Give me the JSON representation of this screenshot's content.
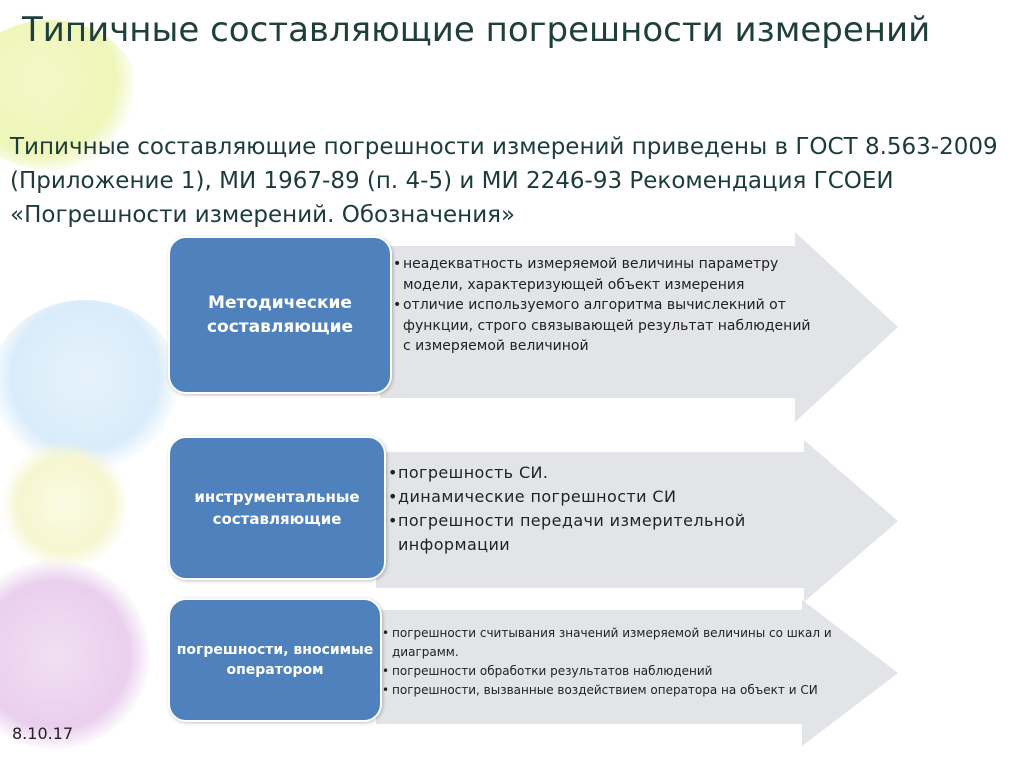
{
  "title": "Типичные составляющие погрешности измерений",
  "intro": "Типичные составляющие погрешности измерений приведены в ГОСТ 8.563-2009 (Приложение 1),  МИ 1967-89 (п. 4-5) и МИ 2246-93 Рекомендация ГСОЕИ «Погрешности измерений. Обозначения»",
  "blocks": [
    {
      "label": "Методические составляющие",
      "items": [
        "неадекватность измеряемой величины параметру модели, характеризующей объект измерения",
        "отличие используемого алгоритма вычислекний от функции, строго связывающей результат наблюдений с измеряемой величиной"
      ]
    },
    {
      "label": "инструментальные составляющие",
      "items": [
        "погрешность СИ.",
        "динамические погрешности СИ",
        "погрешности передачи измерительной информации"
      ]
    },
    {
      "label": "погрешности, вносимые оператором",
      "items": [
        "погрешности считывания значений измеряемой величины со шкал и диаграмм.",
        "погрешности обработки результатов наблюдений",
        "погрешности, вызванные воздействием оператора на объект и СИ"
      ]
    }
  ],
  "footer_date": "8.10.17",
  "colors": {
    "bubble": "#4f82bd",
    "arrow": "#e2e4e8",
    "title": "#1f3f3a"
  }
}
